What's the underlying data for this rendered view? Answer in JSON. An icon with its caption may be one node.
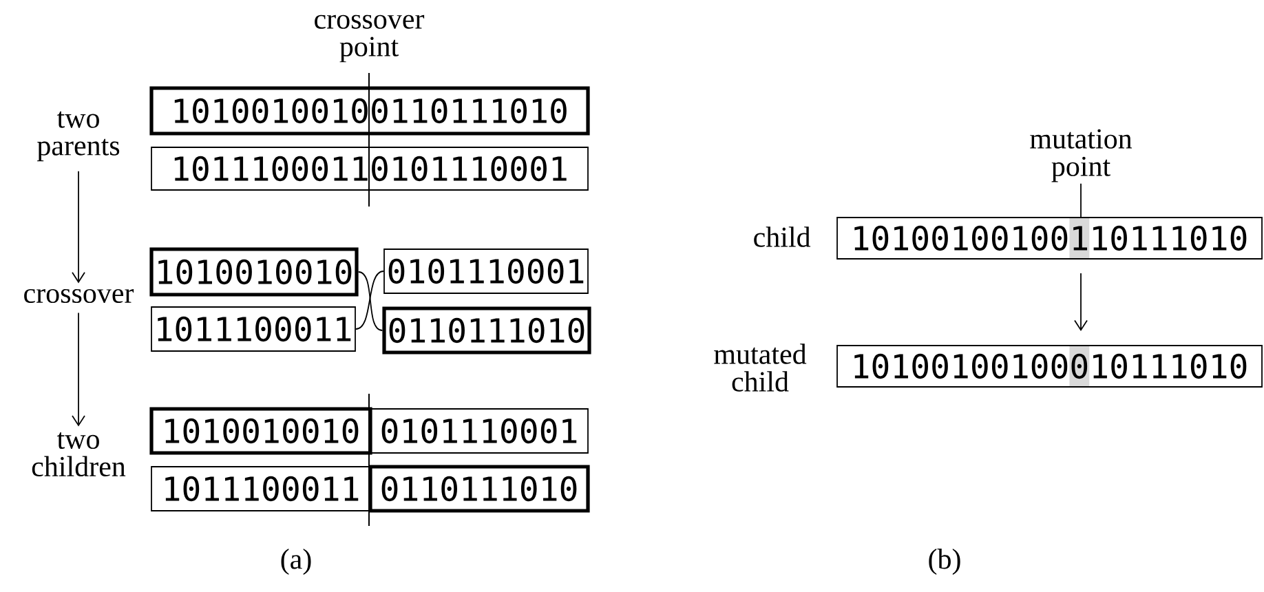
{
  "diagram": {
    "nodes": [
      {
        "text": [
          "two parents"
        ]
      },
      {
        "text": [
          "10100100100110111010"
        ]
      },
      {
        "text": [
          "10111000110101110001"
        ]
      },
      {
        "text": [
          "crossover"
        ]
      },
      {
        "text": [
          "1010010010"
        ]
      },
      {
        "text": [
          "0101110001"
        ]
      },
      {
        "text": [
          "1011100011"
        ]
      },
      {
        "text": [
          "0110111010"
        ]
      },
      {
        "text": [
          "two children"
        ]
      },
      {
        "text": [
          "1010010010"
        ]
      },
      {
        "text": [
          "0101110001"
        ]
      },
      {
        "text": [
          "1011100011"
        ]
      },
      {
        "text": [
          "0110111010"
        ]
      },
      {
        "text": [
          "mutation point"
        ]
      },
      {
        "text": [
          "10100100100110111010"
        ],
        "beside": [
          "child"
        ]
      },
      {
        "text": [
          "10100100100010111010"
        ],
        "beside": [
          "mutated child"
        ]
      }
    ],
    "edges": [
      {
        "from": 0,
        "to": 3,
        "arrow": "to"
      },
      {
        "from": 3,
        "to": 8,
        "arrow": "to"
      },
      {
        "from": 4,
        "to": 7,
        "arrow": "none"
      },
      {
        "from": 6,
        "to": 5,
        "arrow": "none"
      },
      {
        "from": 13,
        "to": 14,
        "arrow": "none"
      },
      {
        "from": 14,
        "to": 15,
        "arrow": "to"
      }
    ],
    "labels": [
      "crossover point",
      "(a)",
      "(b)"
    ]
  }
}
